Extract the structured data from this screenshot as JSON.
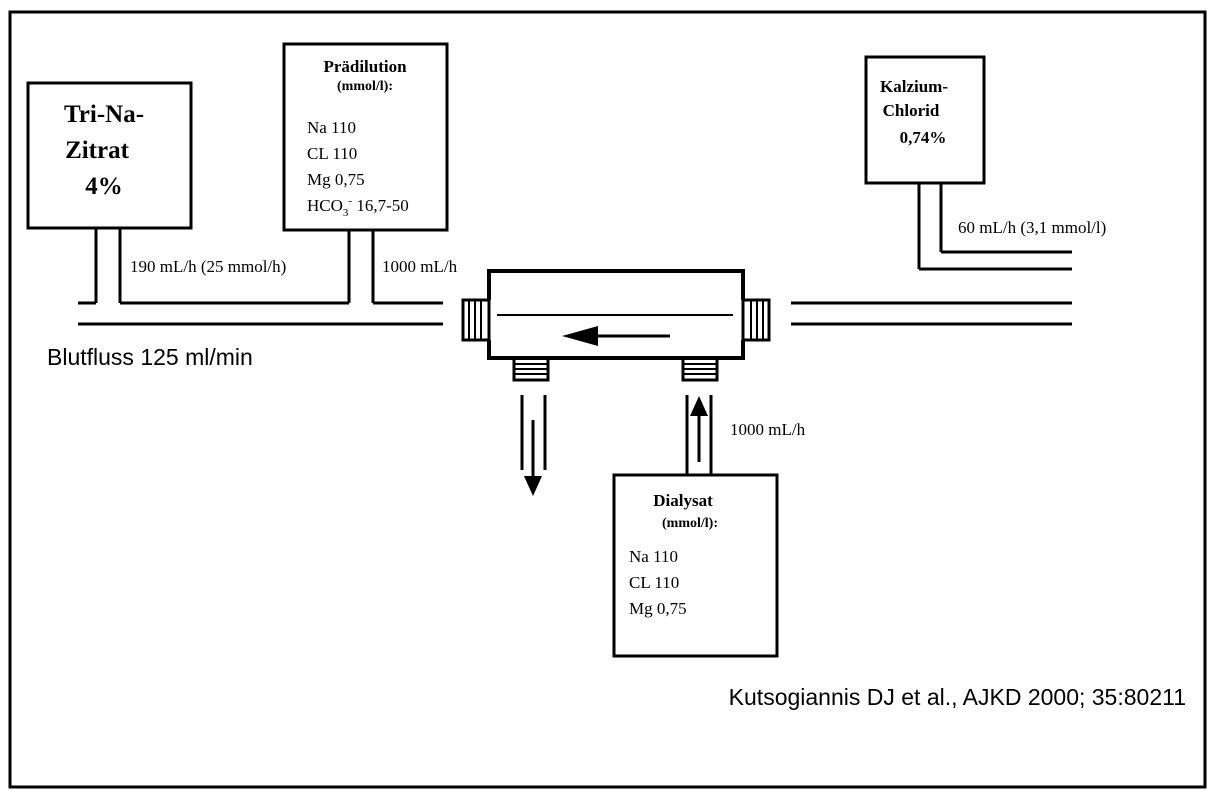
{
  "citrate_box": {
    "line1": "Tri-Na-",
    "line2": "Zitrat",
    "line3": "4%"
  },
  "citrate_flow": "190 mL/h (25 mmol/h)",
  "predilution_box": {
    "title": "Prädilution",
    "unit": "(mmol/l):",
    "items": [
      "Na 110",
      "CL 110",
      "Mg 0,75"
    ],
    "bicarb_base": "HCO",
    "bicarb_sub": "3",
    "bicarb_sup": "-",
    "bicarb_value": " 16,7-50"
  },
  "predilution_flow": "1000 mL/h",
  "calcium_box": {
    "line1": "Kalzium-",
    "line2": "Chlorid",
    "line3": "0,74%"
  },
  "calcium_flow": "60 mL/h (3,1 mmol/l)",
  "blood_flow": "Blutfluss 125 ml/min",
  "dialysate_flow": "1000 mL/h",
  "dialysate_box": {
    "title": "Dialysat",
    "unit": "(mmol/l):",
    "items": [
      "Na 110",
      "CL 110",
      "Mg 0,75"
    ]
  },
  "citation": "Kutsogiannis DJ et al., AJKD 2000; 35:80211"
}
